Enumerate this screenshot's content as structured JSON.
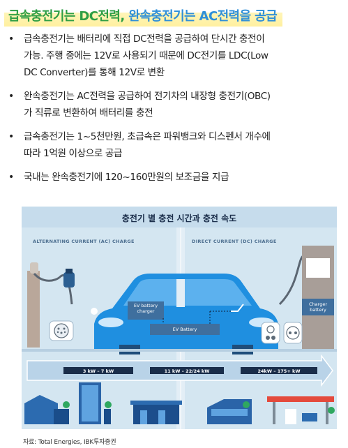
{
  "heading": {
    "part1": "급속충전기는 DC전력",
    "comma": ",",
    "part2": " 완속충전기는 AC전력을 공급"
  },
  "bullets": [
    {
      "marker": "•",
      "lines": [
        "급속충전기는 배터리에 직접 DC전력을 공급하여 단시간 충전이",
        "가능. 주행 중에는 12V로 사용되기 때문에 DC전기를 LDC(Low",
        "DC Converter)를 통해 12V로 변환"
      ]
    },
    {
      "marker": "•",
      "lines": [
        "완속충전기는 AC전력을 공급하여 전기차의 내장형 충전기(OBC)",
        "가 직류로 변환하여 배터리를 충전"
      ]
    },
    {
      "marker": "•",
      "lines": [
        "급속충전기는 1~5천만원, 초급속은 파워뱅크와 디스펜서 개수에",
        "따라 1억원 이상으로 공급"
      ]
    },
    {
      "marker": "•",
      "lines": [
        "국내는 완속충전기에 120~160만원의 보조금을 지급"
      ]
    }
  ],
  "figure": {
    "title": "충전기 별 충전 시간과 충전 속도",
    "ac_label": "ALTERNATING CURRENT (AC) CHARGE",
    "dc_label": "DIRECT CURRENT (DC) CHARGE",
    "ev_charger_label": [
      "EV battery",
      "charger"
    ],
    "ev_battery_label": "EV Battery",
    "charger_battery_label": [
      "Charger",
      "battery"
    ],
    "speeds": [
      "3 kW – 7 kW",
      "11 kW – 22/24 kW",
      "24kW – 175+ kW"
    ]
  },
  "source": "자료: Total Energies, IBK투자증권",
  "colors": {
    "heading_green": "#2e9e45",
    "heading_blue": "#2f8fd8",
    "highlight": "#fff0a0",
    "figure_bg": "#d4e6f1",
    "car_blue": "#1f8fe0",
    "navy": "#1a2d4a"
  }
}
